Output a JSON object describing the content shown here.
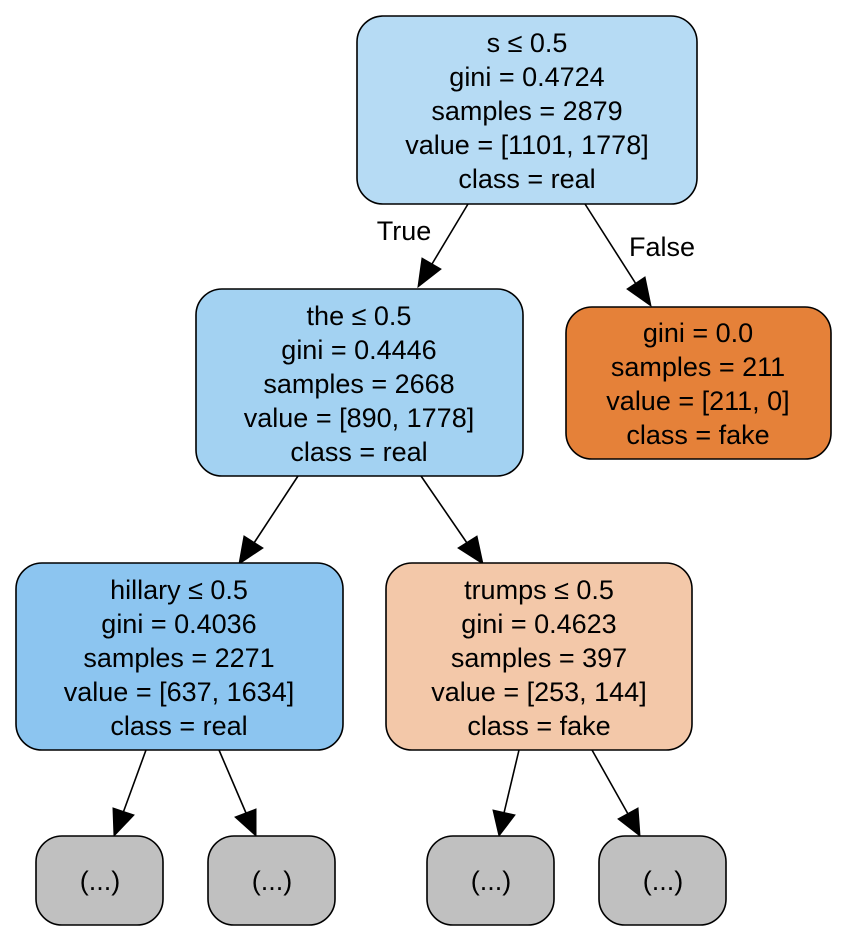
{
  "colors": {
    "root": "#b6dbf4",
    "n_the": "#a3d2f2",
    "leaf_fake_pure": "#e58139",
    "n_hillary": "#8cc5f0",
    "n_trumps": "#f3c8a9",
    "truncated": "#c0c0c0"
  },
  "edges": {
    "true_label": "True",
    "false_label": "False"
  },
  "nodes": {
    "root": {
      "lines": [
        "s ≤ 0.5",
        "gini = 0.4724",
        "samples = 2879",
        "value = [1101, 1778]",
        "class = real"
      ]
    },
    "n_the": {
      "lines": [
        "the ≤ 0.5",
        "gini = 0.4446",
        "samples = 2668",
        "value = [890, 1778]",
        "class = real"
      ]
    },
    "leaf_fake": {
      "lines": [
        "gini = 0.0",
        "samples = 211",
        "value = [211, 0]",
        "class = fake"
      ]
    },
    "n_hillary": {
      "lines": [
        "hillary ≤ 0.5",
        "gini = 0.4036",
        "samples = 2271",
        "value = [637, 1634]",
        "class = real"
      ]
    },
    "n_trumps": {
      "lines": [
        "trumps ≤ 0.5",
        "gini = 0.4623",
        "samples = 397",
        "value = [253, 144]",
        "class = fake"
      ]
    },
    "trunc_1": {
      "lines": [
        "(...)"
      ]
    },
    "trunc_2": {
      "lines": [
        "(...)"
      ]
    },
    "trunc_3": {
      "lines": [
        "(...)"
      ]
    },
    "trunc_4": {
      "lines": [
        "(...)"
      ]
    }
  }
}
